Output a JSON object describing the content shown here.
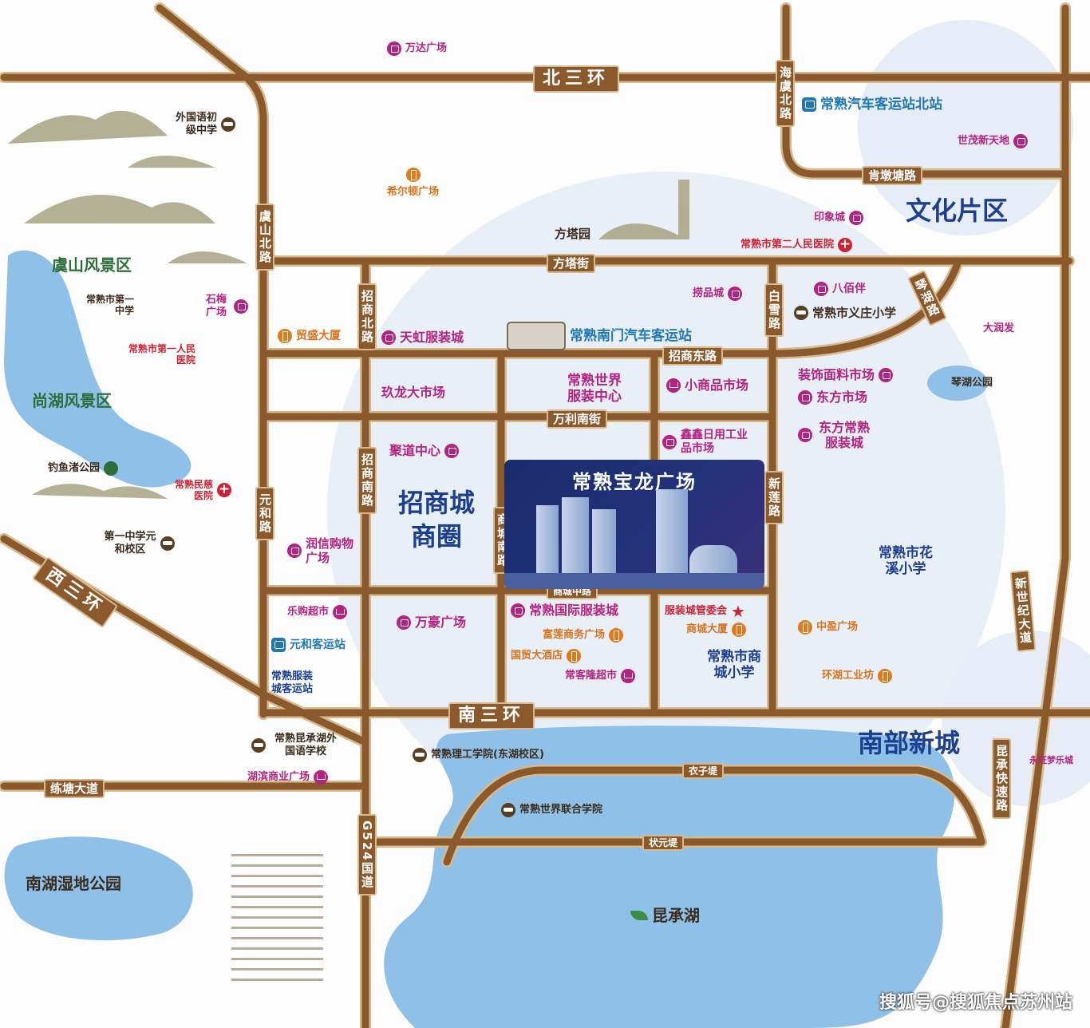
{
  "colors": {
    "road": "#8a5a2c",
    "lake": "#8fc1e8",
    "district_circle": "#e6edf6",
    "shopping": "#b3237f",
    "business": "#e07a1a",
    "district": "#1d3f8f",
    "hospital": "#cc2233",
    "scenic": "#2c6e3a",
    "project_bg": "#1a2b6b"
  },
  "project": {
    "title": "常熟宝龙广场"
  },
  "roads": {
    "north_ring": "北三环",
    "haiyu_north": "海虞北路",
    "kendun": "肯墩塘路",
    "fangta": "方塔街",
    "yushan_north": "虞山北路",
    "zhaoshang_north": "招商北路",
    "zhaoshang_east": "招商东路",
    "baixue": "白雪路",
    "qinhu": "琴湖路",
    "wanli_south": "万利南街",
    "xinlian": "新莲路",
    "zhaoshang_south": "招商南路",
    "shangcheng_south": "商城南路",
    "yuanhe": "元和路",
    "shangcheng_mid": "商城中路",
    "south_ring": "南三环",
    "west_ring": "西三环",
    "liantang": "练塘大道",
    "g524": "G524国道",
    "yizi": "衣子堤",
    "zhuangyuan": "状元堤",
    "kuncheng_express": "昆承快速路",
    "xinshiji": "新世纪大道"
  },
  "districts": {
    "culture": "文化片区",
    "zhaoshang": "招商城商圈",
    "south_new": "南部新城"
  },
  "scenic": {
    "yushan": "虞山风景区",
    "shanghu": "尚湖风景区",
    "nanhu": "南湖湿地公园",
    "kuncheng": "昆承湖",
    "qinhu_park": "琴湖公园",
    "diaoyuzhu": "钓鱼渚公园",
    "fangta_park": "方塔园"
  },
  "pois": {
    "wanda": "万达广场",
    "waiguoyu": "外国语初级中学",
    "hilton": "希尔顿广场",
    "yinxiang": "印象城",
    "hospital2": "常熟市第二人民医院",
    "bus_north": "常熟汽车客运站北站",
    "shimao": "世茂新天地",
    "no1_middle": "常熟市第一中学",
    "shimei": "石梅广场",
    "hospital1": "常熟市第一人民医院",
    "maosheng": "贸盛大厦",
    "tianhong": "天虹服装城",
    "nanmen_bus": "常熟南门汽车客运站",
    "laopin": "捞品城",
    "babaiban": "八佰伴",
    "yizhuang": "常熟市义庄小学",
    "darunfa": "大润发",
    "jiulong": "玖龙大市场",
    "world_garment": "常熟世界服装中心",
    "small_goods": "小商品市场",
    "decor": "装饰面料市场",
    "dongfang_market": "东方市场",
    "dongfang_garment": "东方常熟服装城",
    "judao": "聚道中心",
    "xinxin": "鑫鑫日用工业品市场",
    "minci": "常熟民慈医院",
    "no1_yuanhe": "第一中学元和校区",
    "runxin": "润信购物广场",
    "huaxi": "常熟市花溪小学",
    "lego": "乐购超市",
    "wanhao": "万豪广场",
    "intl_garment": "常熟国际服装城",
    "fulian": "富莲商务广场",
    "guomao": "国贸大酒店",
    "changkelong": "常客隆超市",
    "committee": "服装城管委会",
    "shangcheng_tower": "商城大厦",
    "shangcheng_school": "常熟市商城小学",
    "zhongying": "中盈广场",
    "huanhu": "环湖工业坊",
    "yuanhe_bus": "元和客运站",
    "garment_bus": "常熟服装城客运站",
    "kuncheng_school": "常熟昆承湖外国语学校",
    "cslg": "常熟理工学院(东湖校区)",
    "hubin": "湖滨商业广场",
    "aeon": "永旺梦乐城",
    "uwc": "常熟世界联合学院"
  },
  "watermark": "搜狐号@搜狐焦点苏州站"
}
